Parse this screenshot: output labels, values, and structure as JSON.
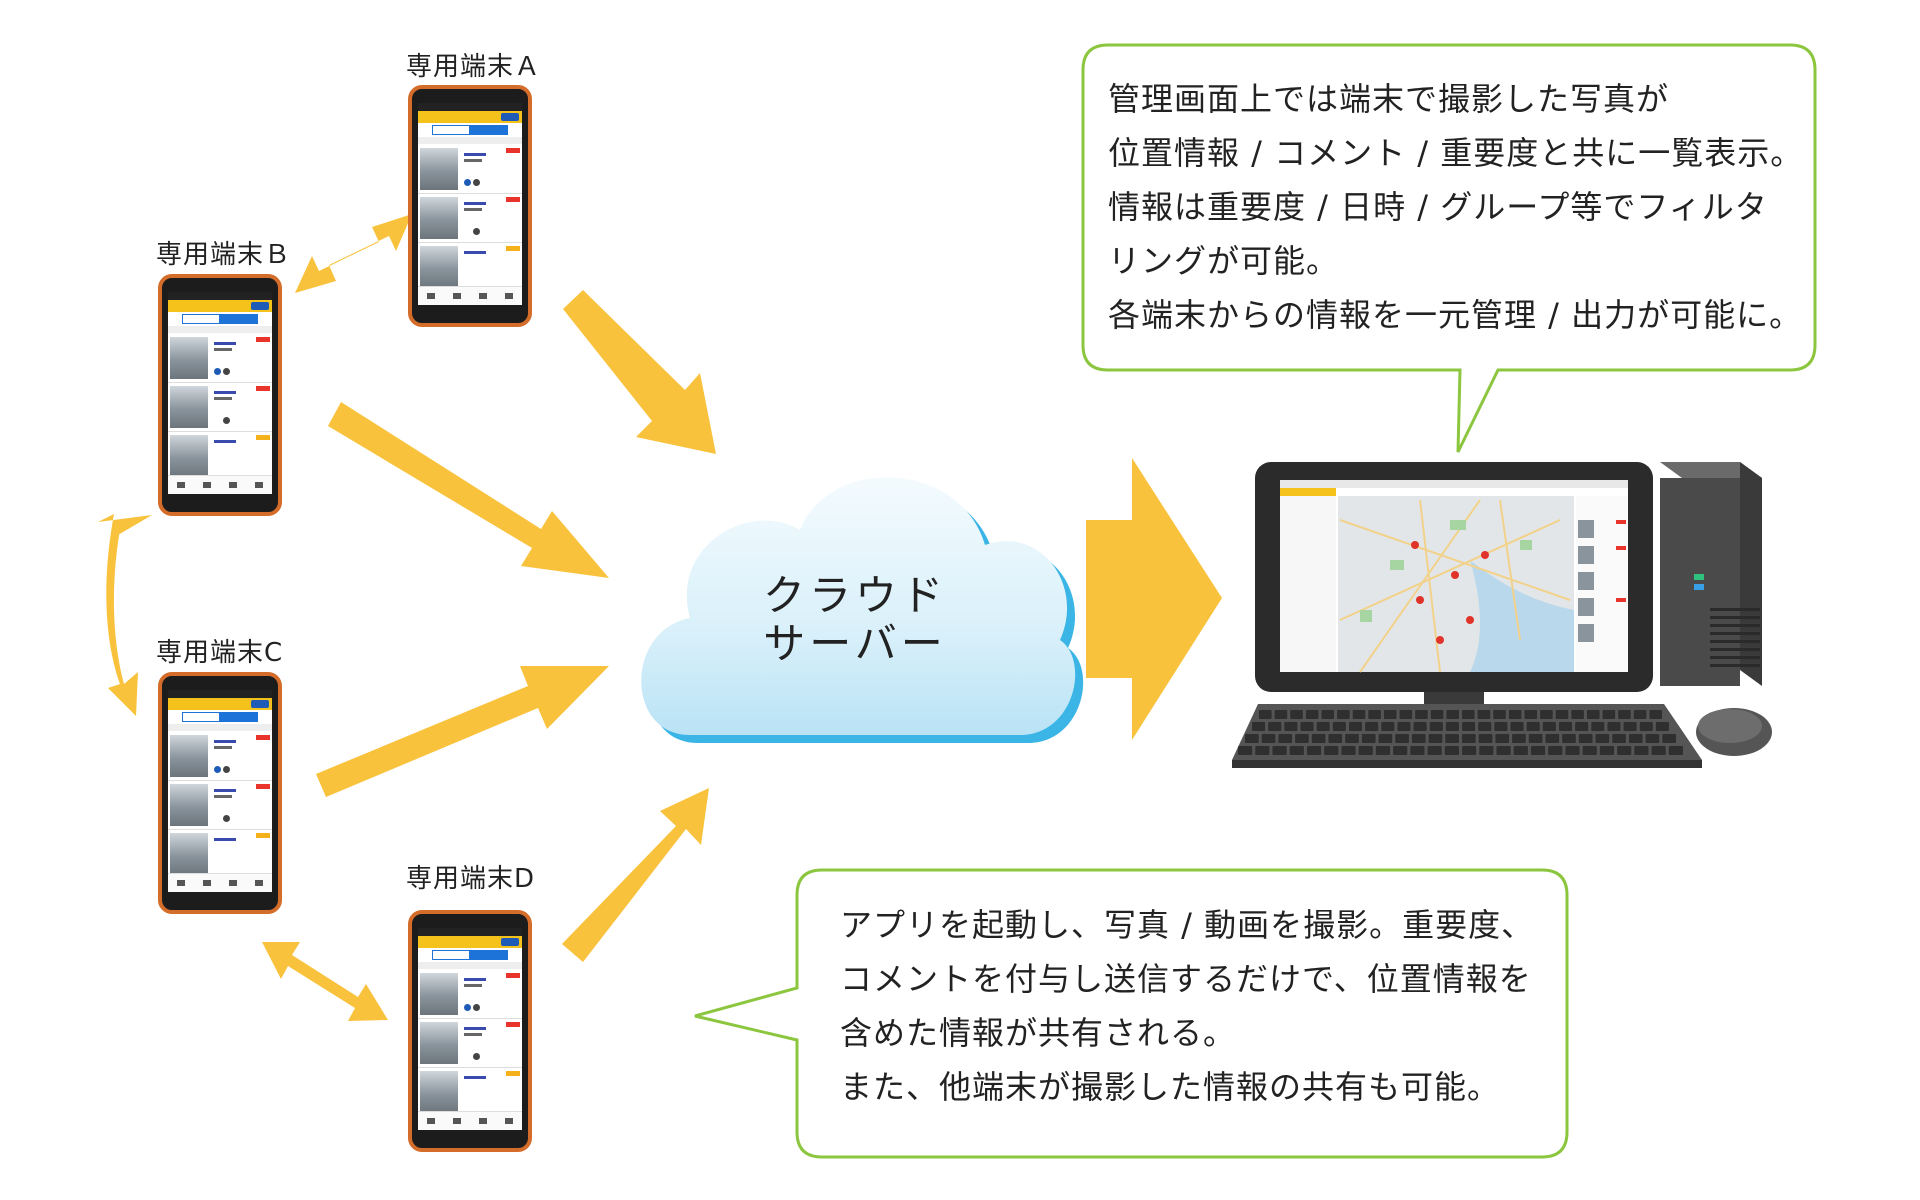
{
  "terminals": {
    "a": "専用端末Ａ",
    "b": "専用端末Ｂ",
    "c": "専用端末C",
    "d": "専用端末D"
  },
  "cloud": {
    "line1": "クラウド",
    "line2": "サーバー"
  },
  "top_bubble": {
    "lines": [
      "管理画面上では端末で撮影した写真が",
      "位置情報 / コメント / 重要度と共に一覧表示。",
      "情報は重要度 / 日時 / グループ等でフィルタ",
      "リングが可能。",
      "各端末からの情報を一元管理 / 出力が可能に。"
    ]
  },
  "bottom_bubble": {
    "lines": [
      "アプリを起動し、写真 / 動画を撮影。重要度、",
      "コメントを付与し送信するだけで、位置情報を",
      "含めた情報が共有される。",
      "また、他端末が撮影した情報の共有も可能。"
    ]
  },
  "colors": {
    "arrow": "#f9c23c",
    "bubble_border": "#8cc63f",
    "cloud_edge": "#3ab5e6",
    "phone_frame": "#d46c2a"
  }
}
